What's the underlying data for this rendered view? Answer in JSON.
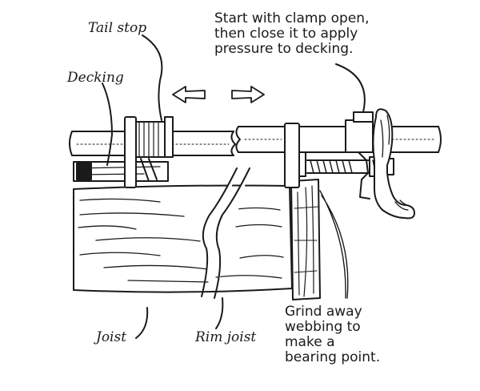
{
  "labels": {
    "tail_stop": "Tail stop",
    "decking": "Decking",
    "joist": "Joist",
    "rim_joist": "Rim joist"
  },
  "notes": {
    "clamp_instruction": [
      "Start with clamp open,",
      "then close it to apply",
      "pressure to decking."
    ],
    "grind_instruction": [
      "Grind away",
      "webbing to",
      "make a",
      "bearing point."
    ]
  },
  "colors": {
    "ink": "#1a1a1a",
    "paper": "#ffffff"
  },
  "icons": [
    "double-arrow-left-icon",
    "double-arrow-right-icon",
    "clamp-handle-icon"
  ]
}
